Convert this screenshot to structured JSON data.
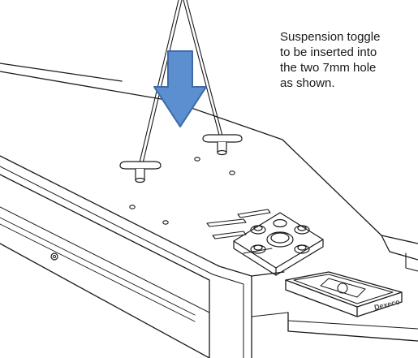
{
  "callout": {
    "lines": [
      "Suspension toggle",
      "to be inserted into",
      "the two 7mm hole",
      "as shown."
    ]
  },
  "brand": {
    "logo_text": "Dexeco"
  },
  "colors": {
    "arrow_fill": "#5b8fd0",
    "arrow_stroke": "#3e6aa6",
    "line": "#1a1a1a",
    "background": "#ffffff"
  },
  "icons": {
    "arrow": "down-arrow-icon",
    "toggle": "suspension-toggle-icon"
  }
}
